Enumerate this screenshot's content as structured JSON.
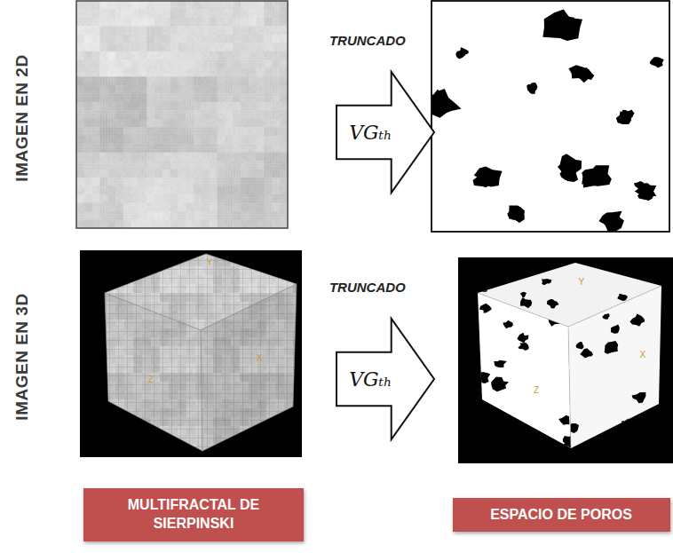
{
  "diagram": {
    "nodes": [
      {
        "text": [
          "TRUNCADO",
          "VGₜₕ"
        ]
      },
      {
        "text": [
          "TRUNCADO",
          "VGₜₕ"
        ]
      },
      {
        "text": [
          "MULTIFRACTAL DE SIERPINSKI"
        ]
      },
      {
        "text": [
          "ESPACIO DE POROS"
        ]
      }
    ],
    "labels": [
      "IMAGEN EN 2D",
      "IMAGEN EN 3D",
      "Y",
      "X",
      "Z",
      "Y",
      "X",
      "Z"
    ]
  }
}
